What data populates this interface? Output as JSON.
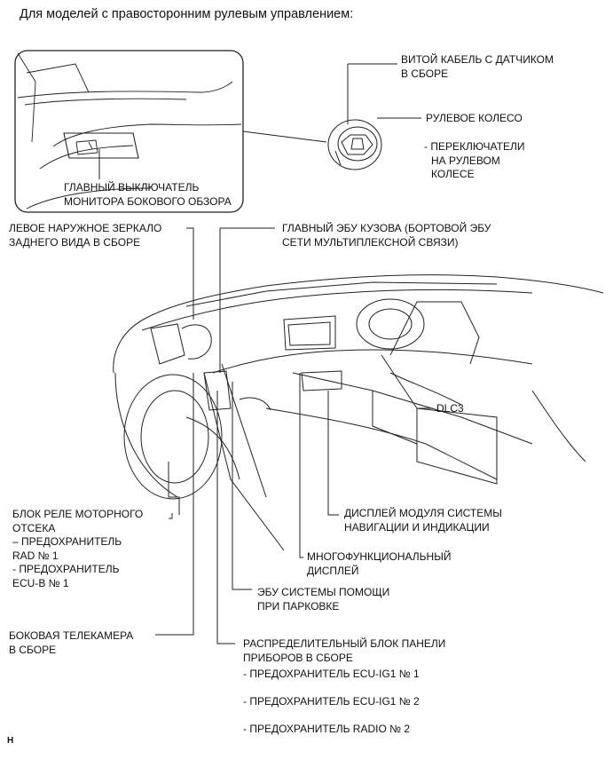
{
  "header": {
    "title": "Для моделей с правосторонним рулевым управлением:"
  },
  "labels": {
    "spiral_cable": [
      "ВИТОЙ КАБЕЛЬ С ДАТЧИКОМ",
      "В СБОРЕ"
    ],
    "steering_wheel": "РУЛЕВОЕ КОЛЕСО",
    "steering_switches": [
      "- ПЕРЕКЛЮЧАТЕЛИ",
      "НА РУЛЕВОМ",
      "КОЛЕСЕ"
    ],
    "main_switch": [
      "ГЛАВНЫЙ ВЫКЛЮЧАТЕЛЬ",
      "МОНИТОРА БОКОВОГО ОБЗОРА"
    ],
    "left_mirror": [
      "ЛЕВОЕ НАРУЖНОЕ ЗЕРКАЛО",
      "ЗАДНЕГО ВИДА В СБОРЕ"
    ],
    "body_ecu": [
      "ГЛАВНЫЙ ЭБУ КУЗОВА (БОРТОВОЙ ЭБУ",
      "СЕТИ МУЛЬТИПЛЕКСНОЙ СВЯЗИ)"
    ],
    "dlc3": "DLC3",
    "relay_block": [
      "БЛОК РЕЛЕ МОТОРНОГО",
      "ОТСЕКА",
      "– ПРЕДОХРАНИТЕЛЬ",
      "RAD № 1",
      "- ПРЕДОХРАНИТЕЛЬ",
      "ECU-B № 1"
    ],
    "nav_display": [
      "ДИСПЛЕЙ МОДУЛЯ СИСТЕМЫ",
      "НАВИГАЦИИ И ИНДИКАЦИИ"
    ],
    "multi_display": [
      "МНОГОФУНКЦИОНАЛЬНЫЙ",
      "ДИСПЛЕЙ"
    ],
    "parking_ecu": [
      "ЭБУ СИСТЕМЫ ПОМОЩИ",
      "ПРИ ПАРКОВКЕ"
    ],
    "side_camera": [
      "БОКОВАЯ ТЕЛЕКАМЕРА",
      "В СБОРЕ"
    ],
    "junction_block": [
      "РАСПРЕДЕЛИТЕЛЬНЫЙ БЛОК ПАНЕЛИ",
      "ПРИБОРОВ В СБОРЕ"
    ],
    "fuse_ig1_1": "- ПРЕДОХРАНИТЕЛЬ ECU-IG1 № 1",
    "fuse_ig1_2": "- ПРЕДОХРАНИТЕЛЬ ECU-IG1 № 2",
    "fuse_radio2": "- ПРЕДОХРАНИТЕЛЬ RADIO № 2"
  },
  "footnote": "H"
}
